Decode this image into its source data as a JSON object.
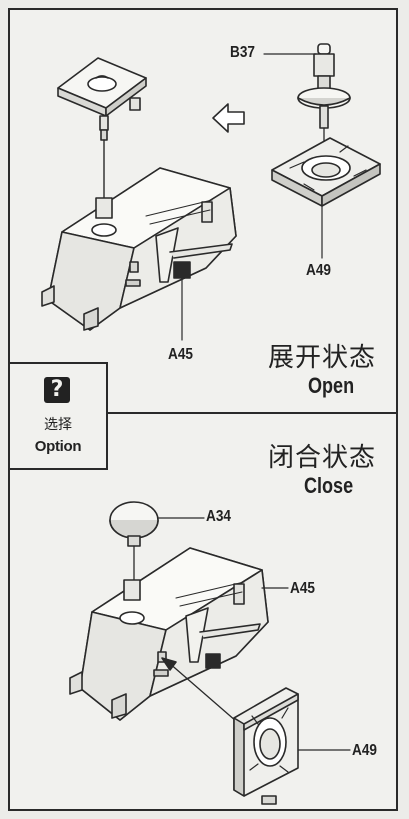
{
  "labels": {
    "b37": "B37",
    "a49_open": "A49",
    "a45_open": "A45",
    "a34": "A34",
    "a45_close": "A45",
    "a49_close": "A49"
  },
  "open_state": {
    "title_cn": "展开状态",
    "title_en": "Open"
  },
  "close_state": {
    "title_cn": "闭合状态",
    "title_en": "Close"
  },
  "option": {
    "icon": "question-mark-icon",
    "symbol": "?",
    "label_cn": "选择",
    "label_en": "Option"
  }
}
